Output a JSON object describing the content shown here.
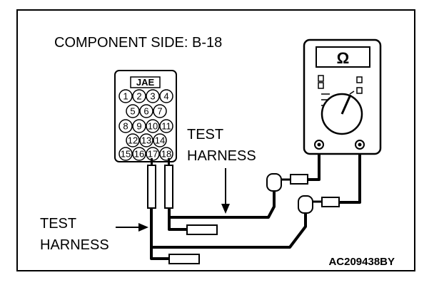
{
  "title": "COMPONENT SIDE: B-18",
  "connector": {
    "brand": "JAE",
    "pins": [
      "1",
      "2",
      "3",
      "4",
      "5",
      "6",
      "7",
      "8",
      "9",
      "10",
      "11",
      "12",
      "13",
      "14",
      "15",
      "16",
      "17",
      "18"
    ]
  },
  "labels": {
    "test_harness_upper_line1": "TEST",
    "test_harness_upper_line2": "HARNESS",
    "test_harness_lower_line1": "TEST",
    "test_harness_lower_line2": "HARNESS"
  },
  "meter": {
    "symbol": "Ω"
  },
  "figure_code": "AC209438BY"
}
